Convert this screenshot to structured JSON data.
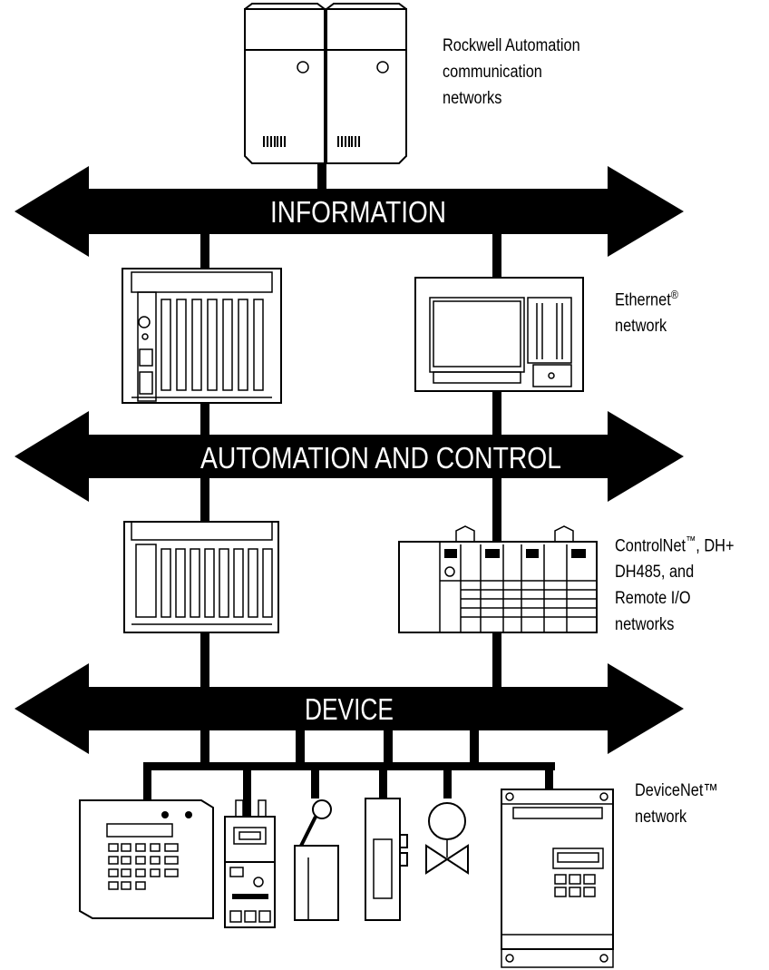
{
  "bands": {
    "information": "INFORMATION",
    "automation": "AUTOMATION AND CONTROL",
    "device": "DEVICE"
  },
  "labels": {
    "rockwell": [
      "Rockwell Automation",
      "communication",
      "networks"
    ],
    "ethernet": {
      "line1": "Ethernet",
      "sup": "®",
      "line2": "network"
    },
    "controlnet": {
      "cn": "ControlNet",
      "tm": "™",
      "rest1": ", DH+",
      "line2": "DH485, and",
      "line3": "Remote I/O",
      "line4": "networks"
    },
    "devicenet": [
      "DeviceNet™",
      "network"
    ]
  }
}
